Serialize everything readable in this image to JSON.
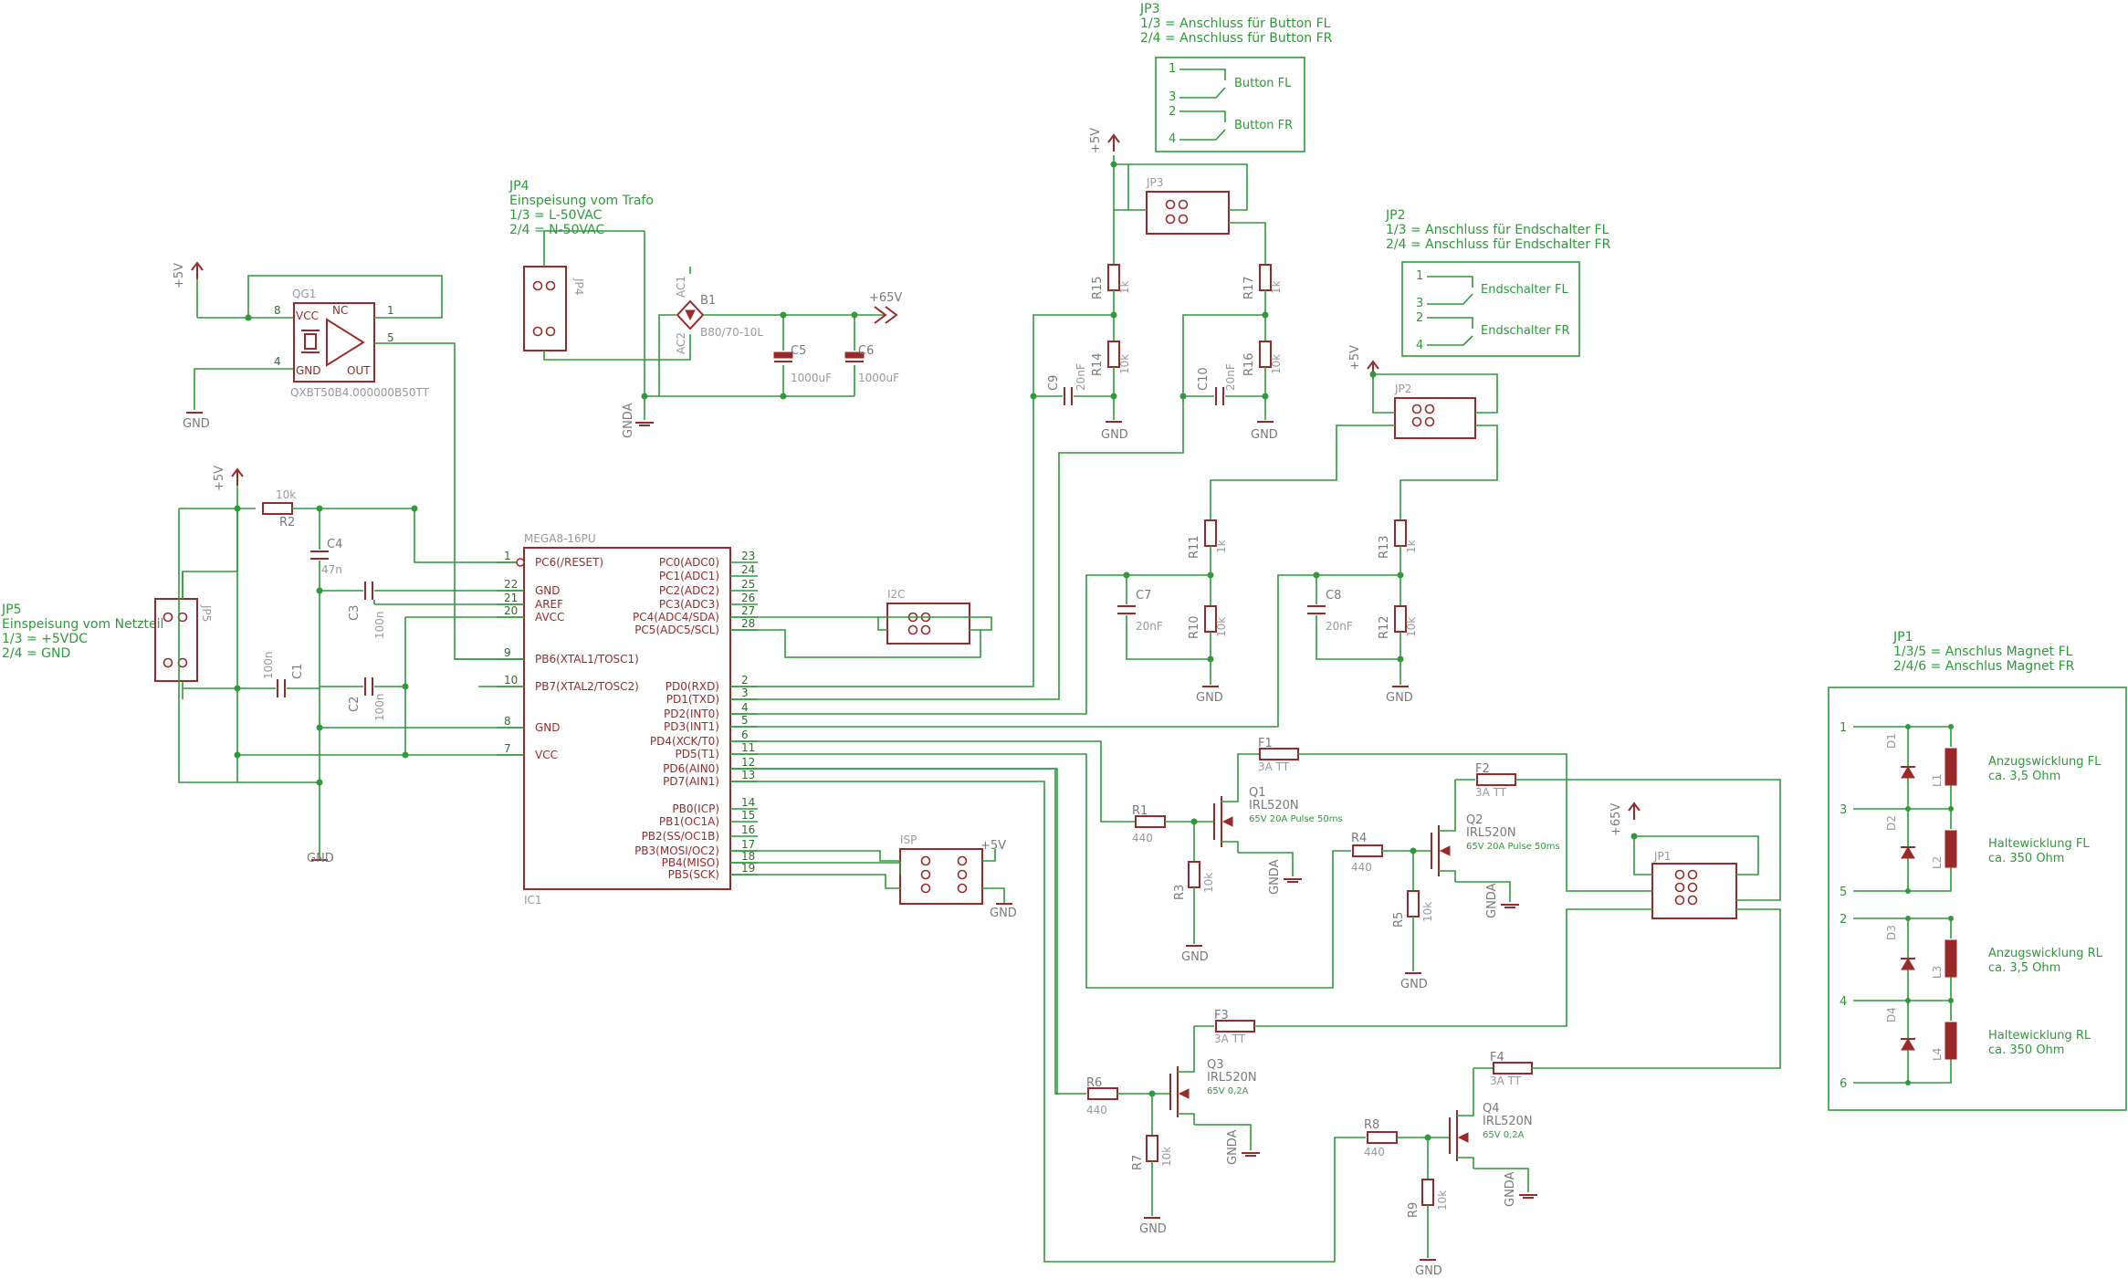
{
  "notes": {
    "jp3": [
      "JP3",
      "1/3 = Anschluss für Button FL",
      "2/4 = Anschluss für Button FR"
    ],
    "jp4": [
      "JP4",
      "Einspeisung vom Trafo",
      "1/3 = L-50VAC",
      "2/4 = N-50VAC"
    ],
    "jp2": [
      "JP2",
      "1/3 = Anschluss für Endschalter FL",
      "2/4 = Anschluss für Endschalter FR"
    ],
    "jp5": [
      "JP5",
      "Einspeisung vom Netzteil",
      "1/3 = +5VDC",
      "2/4 = GND"
    ],
    "jp1": [
      "JP1",
      "1/3/5 = Anschlus Magnet FL",
      "2/4/6 = Anschlus Magnet FR"
    ]
  },
  "box_jp3": {
    "p1": "1",
    "p3": "3",
    "p2": "2",
    "p4": "4",
    "b1": "Button FL",
    "b2": "Button FR"
  },
  "box_jp2": {
    "p1": "1",
    "p3": "3",
    "p2": "2",
    "p4": "4",
    "b1": "Endschalter FL",
    "b2": "Endschalter FR"
  },
  "box_jp1": {
    "p1": "1",
    "p3": "3",
    "p5": "5",
    "p2": "2",
    "p4": "4",
    "p6": "6",
    "d1": "D1",
    "d2": "D2",
    "d3": "D3",
    "d4": "D4",
    "l1": "L1",
    "l2": "L2",
    "l3": "L3",
    "l4": "L4",
    "c1": [
      "Anzugswicklung FL",
      "ca. 3,5 Ohm"
    ],
    "c2": [
      "Haltewicklung FL",
      "ca. 350 Ohm"
    ],
    "c3": [
      "Anzugswicklung RL",
      "ca. 3,5 Ohm"
    ],
    "c4": [
      "Haltewicklung RL",
      "ca. 350 Ohm"
    ]
  },
  "supply": {
    "p5v": "+5V",
    "p65v": "+65V",
    "gnd": "GND",
    "gnda": "GNDA"
  },
  "qg1": {
    "name": "QG1",
    "value": "QXBT50B4.000000B50TT",
    "vcc": "VCC",
    "gnd": "GND",
    "nc": "NC",
    "out": "OUT",
    "p8": "8",
    "p4": "4",
    "p1": "1",
    "p5": "5"
  },
  "bridge": {
    "name": "B1",
    "value": "B80/70-10L",
    "ac1": "AC1",
    "ac2": "AC2"
  },
  "jp4": {
    "name": "JP4"
  },
  "jp5": {
    "name": "JP5"
  },
  "jp3": {
    "name": "JP3"
  },
  "jp2": {
    "name": "JP2"
  },
  "jp1": {
    "name": "JP1"
  },
  "i2c": {
    "name": "I2C"
  },
  "isp": {
    "name": "ISP"
  },
  "caps": {
    "c5": [
      "C5",
      "1000uF"
    ],
    "c6": [
      "C6",
      "1000uF"
    ],
    "c4": [
      "C4",
      "47n"
    ],
    "c3": [
      "C3",
      "100n"
    ],
    "c2": [
      "C2",
      "100n"
    ],
    "c1": [
      "C1",
      "100n"
    ],
    "c9": [
      "C9",
      "20nF"
    ],
    "c10": [
      "C10",
      "20nF"
    ],
    "c7": [
      "C7",
      "20nF"
    ],
    "c8": [
      "C8",
      "20nF"
    ]
  },
  "res": {
    "r2": [
      "R2",
      "10k"
    ],
    "r15": [
      "R15",
      "1k"
    ],
    "r14": [
      "R14",
      "10k"
    ],
    "r17": [
      "R17",
      "1k"
    ],
    "r16": [
      "R16",
      "10k"
    ],
    "r11": [
      "R11",
      "1k"
    ],
    "r10": [
      "R10",
      "10k"
    ],
    "r13": [
      "R13",
      "1k"
    ],
    "r12": [
      "R12",
      "10k"
    ],
    "r1": [
      "R1",
      "440"
    ],
    "r3": [
      "R3",
      "10k"
    ],
    "r4": [
      "R4",
      "440"
    ],
    "r5": [
      "R5",
      "10k"
    ],
    "r6": [
      "R6",
      "440"
    ],
    "r7": [
      "R7",
      "10k"
    ],
    "r8": [
      "R8",
      "440"
    ],
    "r9": [
      "R9",
      "10k"
    ]
  },
  "fuse": {
    "f1": [
      "F1",
      "3A TT"
    ],
    "f2": [
      "F2",
      "3A TT"
    ],
    "f3": [
      "F3",
      "3A TT"
    ],
    "f4": [
      "F4",
      "3A TT"
    ]
  },
  "fet": {
    "q1": [
      "Q1",
      "IRL520N",
      "65V 20A Pulse 50ms"
    ],
    "q2": [
      "Q2",
      "IRL520N",
      "65V 20A Pulse 50ms"
    ],
    "q3": [
      "Q3",
      "IRL520N",
      "65V 0,2A"
    ],
    "q4": [
      "Q4",
      "IRL520N",
      "65V 0,2A"
    ]
  },
  "mcu": {
    "name": "MEGA8-16PU",
    "ref": "IC1",
    "left": [
      {
        "n": "1",
        "l": "PC6(/RESET)"
      },
      {
        "n": "22",
        "l": "GND"
      },
      {
        "n": "21",
        "l": "AREF"
      },
      {
        "n": "20",
        "l": "AVCC"
      },
      {
        "n": "9",
        "l": "PB6(XTAL1/TOSC1)"
      },
      {
        "n": "10",
        "l": "PB7(XTAL2/TOSC2)"
      },
      {
        "n": "8",
        "l": "GND"
      },
      {
        "n": "7",
        "l": "VCC"
      }
    ],
    "right": [
      {
        "n": "23",
        "l": "PC0(ADC0)"
      },
      {
        "n": "24",
        "l": "PC1(ADC1)"
      },
      {
        "n": "25",
        "l": "PC2(ADC2)"
      },
      {
        "n": "26",
        "l": "PC3(ADC3)"
      },
      {
        "n": "27",
        "l": "PC4(ADC4/SDA)"
      },
      {
        "n": "28",
        "l": "PC5(ADC5/SCL)"
      },
      {
        "n": "2",
        "l": "PD0(RXD)"
      },
      {
        "n": "3",
        "l": "PD1(TXD)"
      },
      {
        "n": "4",
        "l": "PD2(INT0)"
      },
      {
        "n": "5",
        "l": "PD3(INT1)"
      },
      {
        "n": "6",
        "l": "PD4(XCK/T0)"
      },
      {
        "n": "11",
        "l": "PD5(T1)"
      },
      {
        "n": "12",
        "l": "PD6(AIN0)"
      },
      {
        "n": "13",
        "l": "PD7(AIN1)"
      },
      {
        "n": "14",
        "l": "PB0(ICP)"
      },
      {
        "n": "15",
        "l": "PB1(OC1A)"
      },
      {
        "n": "16",
        "l": "PB2(SS/OC1B)"
      },
      {
        "n": "17",
        "l": "PB3(MOSI/OC2)"
      },
      {
        "n": "18",
        "l": "PB4(MISO)"
      },
      {
        "n": "19",
        "l": "PB5(SCK)"
      }
    ]
  }
}
